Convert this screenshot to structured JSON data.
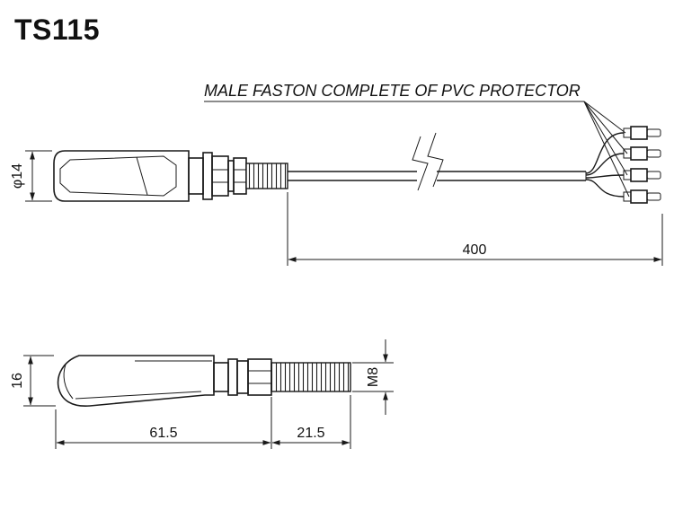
{
  "title": "TS115",
  "annotation": {
    "label": "MALE FASTON COMPLETE OF PVC PROTECTOR"
  },
  "top_view": {
    "dim_diameter": "φ14",
    "dim_cable_length": "400"
  },
  "bottom_view": {
    "dim_height": "16",
    "dim_body_length": "61.5",
    "dim_thread_length": "21.5",
    "dim_thread": "M8"
  },
  "colors": {
    "line": "#1a1a1a",
    "background": "#ffffff"
  }
}
